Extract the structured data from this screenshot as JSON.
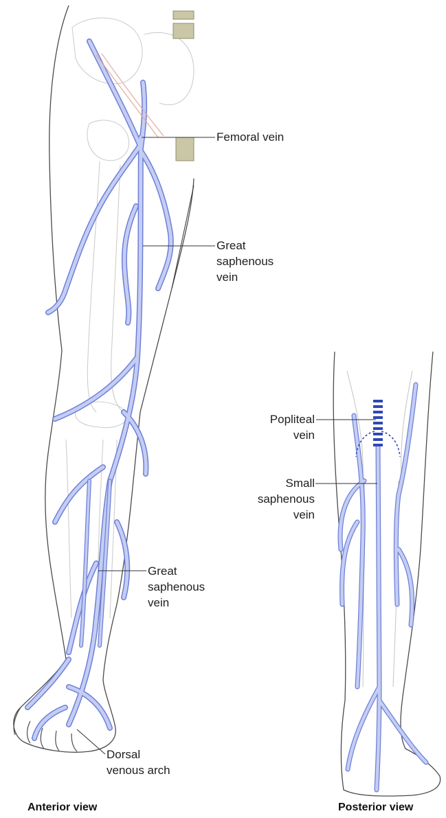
{
  "anterior": {
    "caption": "Anterior view",
    "labels": {
      "femoral": [
        "Femoral vein"
      ],
      "great_upper": [
        "Great",
        "saphenous",
        "vein"
      ],
      "great_lower": [
        "Great",
        "saphenous",
        "vein"
      ],
      "dorsal_arch": [
        "Dorsal",
        "venous arch"
      ]
    }
  },
  "posterior": {
    "caption": "Posterior view",
    "labels": {
      "popliteal": [
        "Popliteal",
        "vein"
      ],
      "small": [
        "Small",
        "saphenous",
        "vein"
      ]
    }
  },
  "colors": {
    "vein_fill": "#c4cdf3",
    "vein_stroke": "#6e7fd6",
    "bone": "#bfbfbf",
    "skin_line": "#555555",
    "pelvis_block": "#c9c7a6",
    "deep_vein": "#2f47b8"
  }
}
